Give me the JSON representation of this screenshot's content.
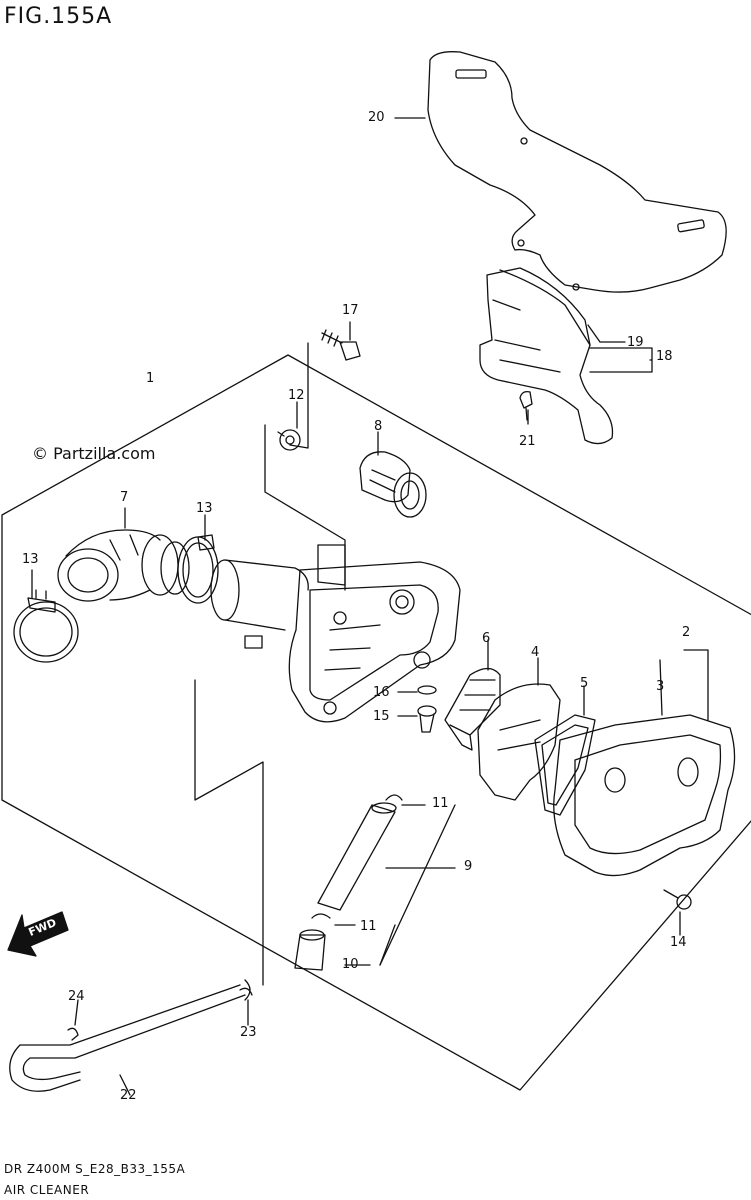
{
  "figure": {
    "title": "FIG.155A",
    "watermark": "© Partzilla.com",
    "diagram_code": "DR Z400M S_E28_B33_155A",
    "caption": "AIR CLEANER",
    "fwd_label": "FWD"
  },
  "callouts": [
    "1",
    "2",
    "3",
    "4",
    "5",
    "6",
    "7",
    "8",
    "9",
    "10",
    "11",
    "11",
    "12",
    "13",
    "13",
    "14",
    "15",
    "16",
    "17",
    "18",
    "19",
    "20",
    "21",
    "22",
    "23",
    "24"
  ]
}
